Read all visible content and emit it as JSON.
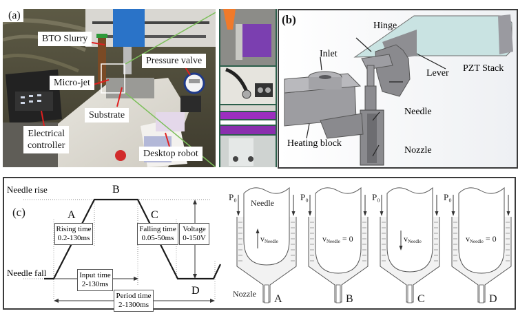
{
  "figure": {
    "panel_a": {
      "letter": "(a)",
      "labels": {
        "bto_slurry": "BTO Slurry",
        "pressure_valve": "Pressure valve",
        "micro_jet": "Micro-jet",
        "substrate": "Substrate",
        "electrical_controller_line1": "Electrical",
        "electrical_controller_line2": "controller",
        "desktop_robot": "Desktop robot"
      },
      "callout_color": "#e02020",
      "zoom_line_color": "#7cbf5a"
    },
    "panel_b": {
      "letter": "(b)",
      "labels": {
        "hinge": "Hinge",
        "inlet": "Inlet",
        "lever": "Lever",
        "pzt_stack": "PZT Stack",
        "needle": "Needle",
        "heating_block": "Heating block",
        "nozzle": "Nozzle"
      }
    },
    "panel_c": {
      "letter": "(c)",
      "waveform": {
        "needle_rise": "Needle rise",
        "needle_fall": "Needle fall",
        "phases": [
          "A",
          "B",
          "C",
          "D"
        ],
        "rising_time": {
          "title": "Rising time",
          "range": "0.2-130ms"
        },
        "falling_time": {
          "title": "Falling time",
          "range": "0.05-50ms"
        },
        "voltage": {
          "title": "Voltage",
          "range": "0-150V"
        },
        "input_time": {
          "title": "Input time",
          "range": "2-130ms"
        },
        "period_time": {
          "title": "Period time",
          "range": "2-1300ms"
        }
      },
      "stages": [
        {
          "letter": "A",
          "pressure": "P₀",
          "velocity": "v",
          "velocity_sub": "Needle",
          "velocity_suffix": "",
          "direction": "up",
          "needle_label": "Needle",
          "nozzle_label": "Nozzle"
        },
        {
          "letter": "B",
          "pressure": "P₀",
          "velocity": "v",
          "velocity_sub": "Needle",
          "velocity_suffix": " = 0",
          "direction": "none"
        },
        {
          "letter": "C",
          "pressure": "P₀",
          "velocity": "v",
          "velocity_sub": "Needle",
          "velocity_suffix": "",
          "direction": "down"
        },
        {
          "letter": "D",
          "pressure": "P₀",
          "velocity": "v",
          "velocity_sub": "Needle",
          "velocity_suffix": " = 0",
          "direction": "none"
        }
      ]
    }
  }
}
